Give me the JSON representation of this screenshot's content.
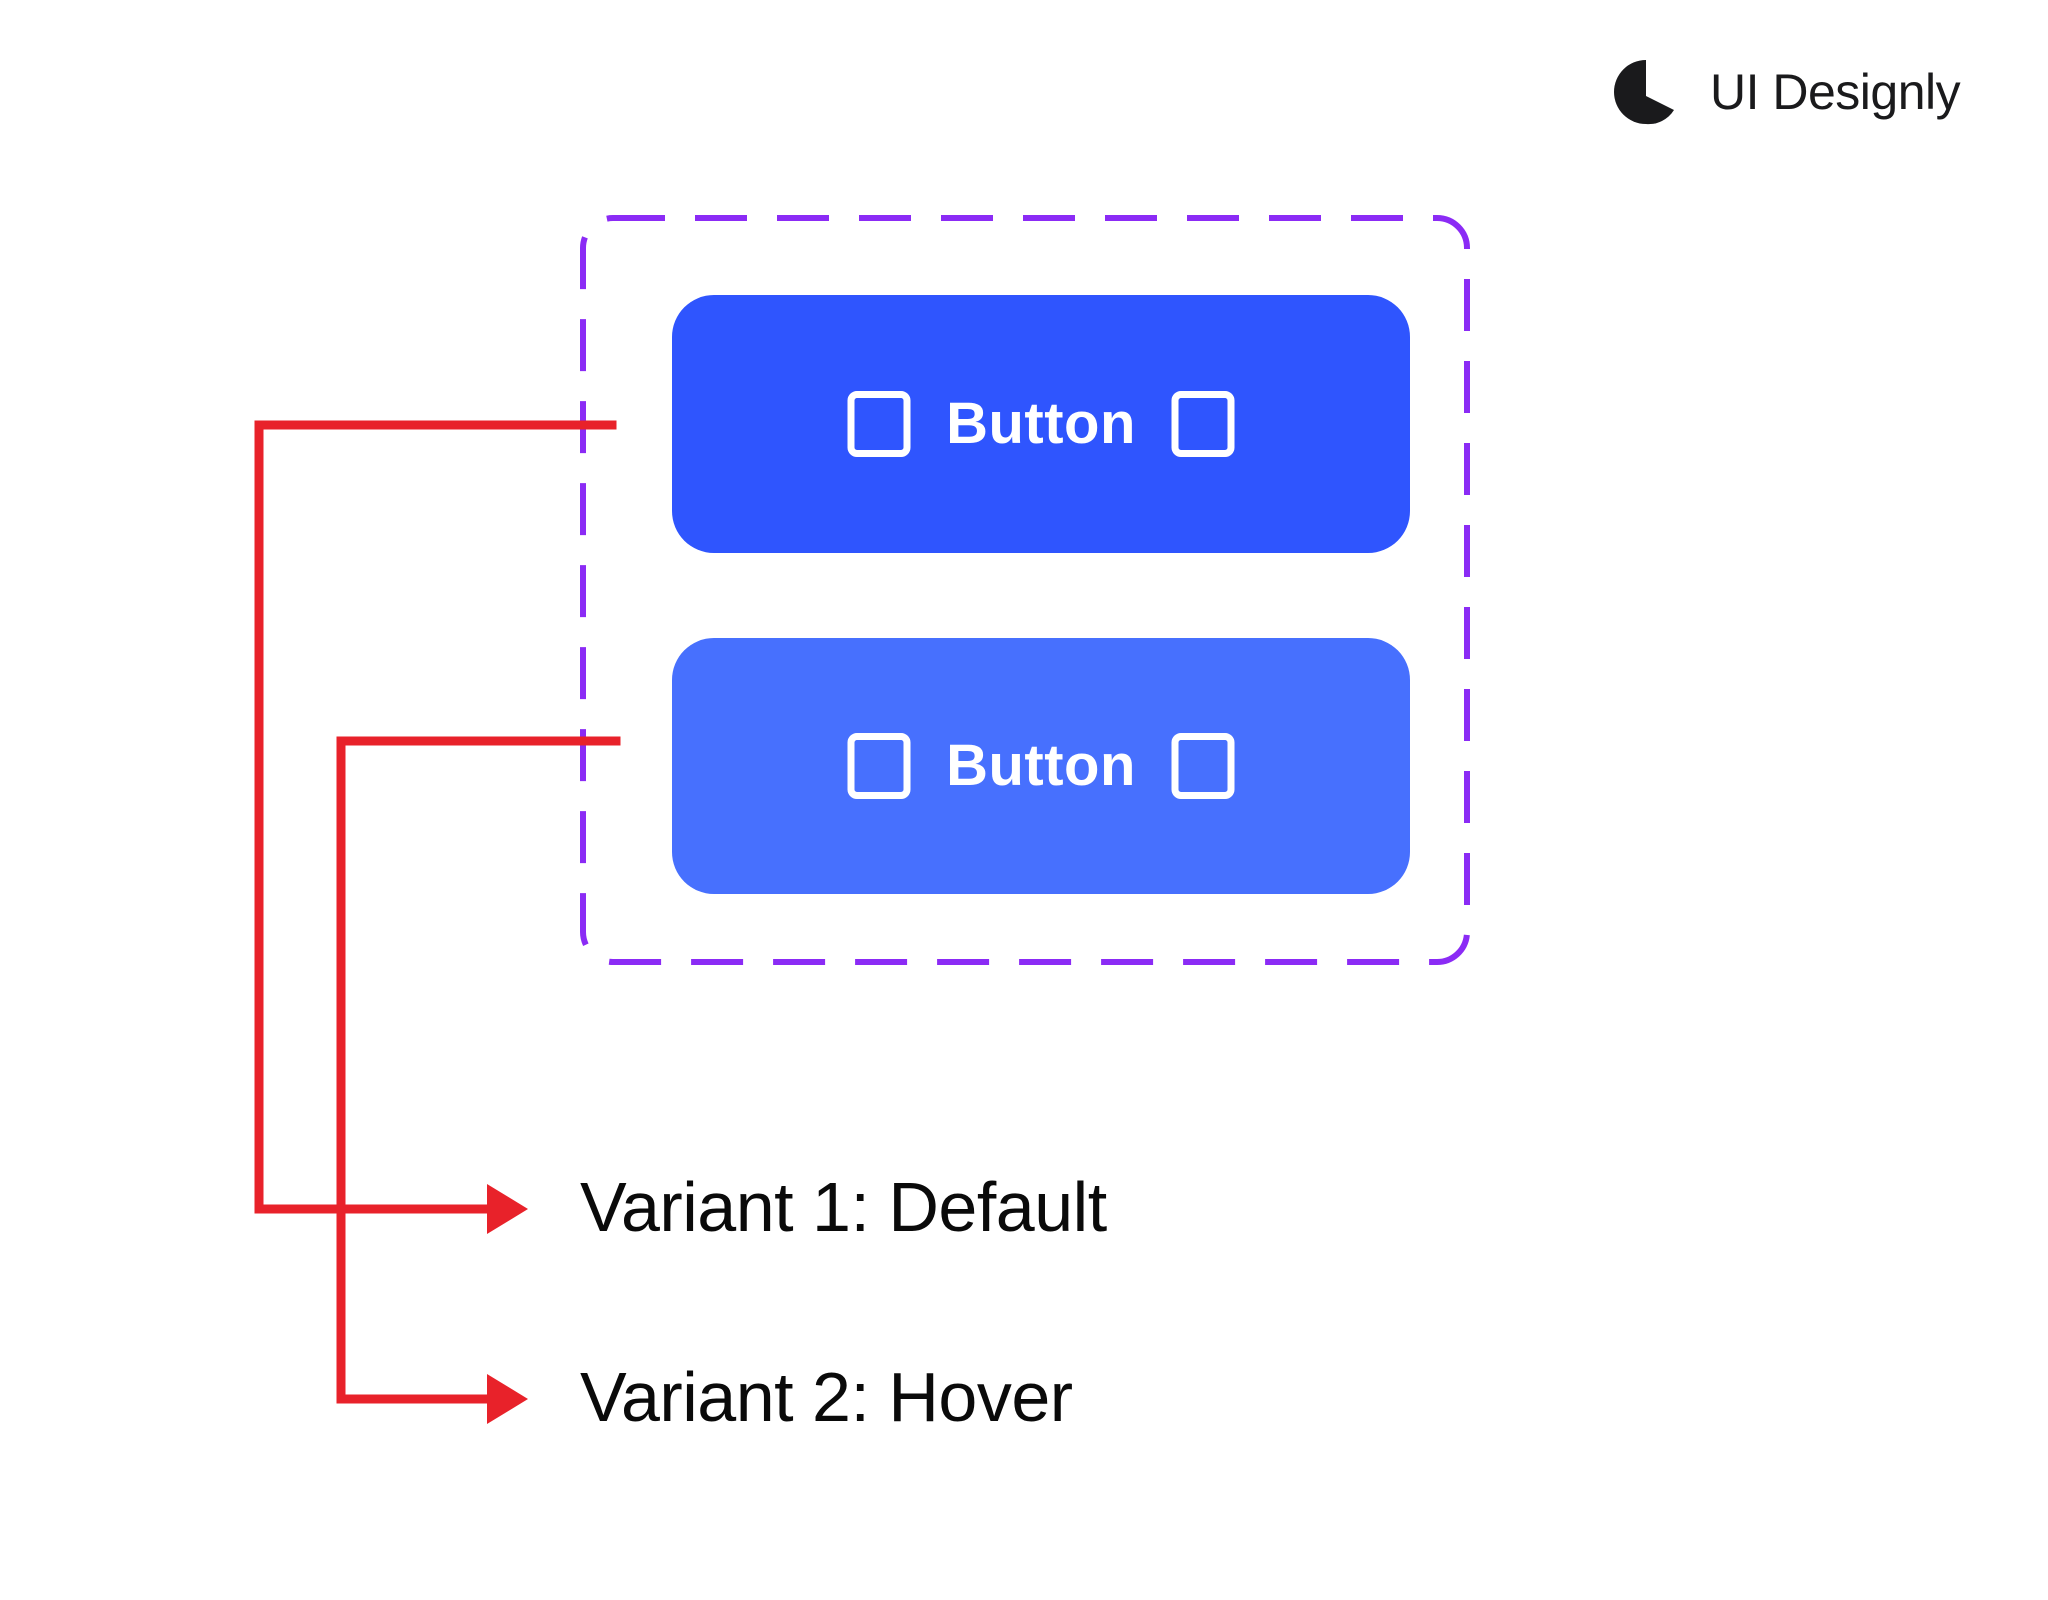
{
  "brand": {
    "name": "UI Designly",
    "logo_icon": "half-circle-logo-icon",
    "color": "#1A1A1C"
  },
  "variant_frame": {
    "border_color": "#8B2BF5",
    "border_style": "dashed",
    "border_width": 5,
    "corner_radius": 30
  },
  "buttons": [
    {
      "id": "button-variant-default",
      "label": "Button",
      "state": "Default",
      "fill": "#2F55FE",
      "text_color": "#FFFFFF",
      "corner_radius": 42,
      "leading_icon": "placeholder-square-icon",
      "trailing_icon": "placeholder-square-icon"
    },
    {
      "id": "button-variant-hover",
      "label": "Button",
      "state": "Hover",
      "fill": "#4770FE",
      "text_color": "#FFFFFF",
      "corner_radius": 42,
      "leading_icon": "placeholder-square-icon",
      "trailing_icon": "placeholder-square-icon"
    }
  ],
  "annotations": {
    "leader_color": "#E8222A",
    "items": [
      {
        "id": "annotation-variant-1",
        "label": "Variant 1: Default"
      },
      {
        "id": "annotation-variant-2",
        "label": "Variant 2: Hover"
      }
    ]
  }
}
